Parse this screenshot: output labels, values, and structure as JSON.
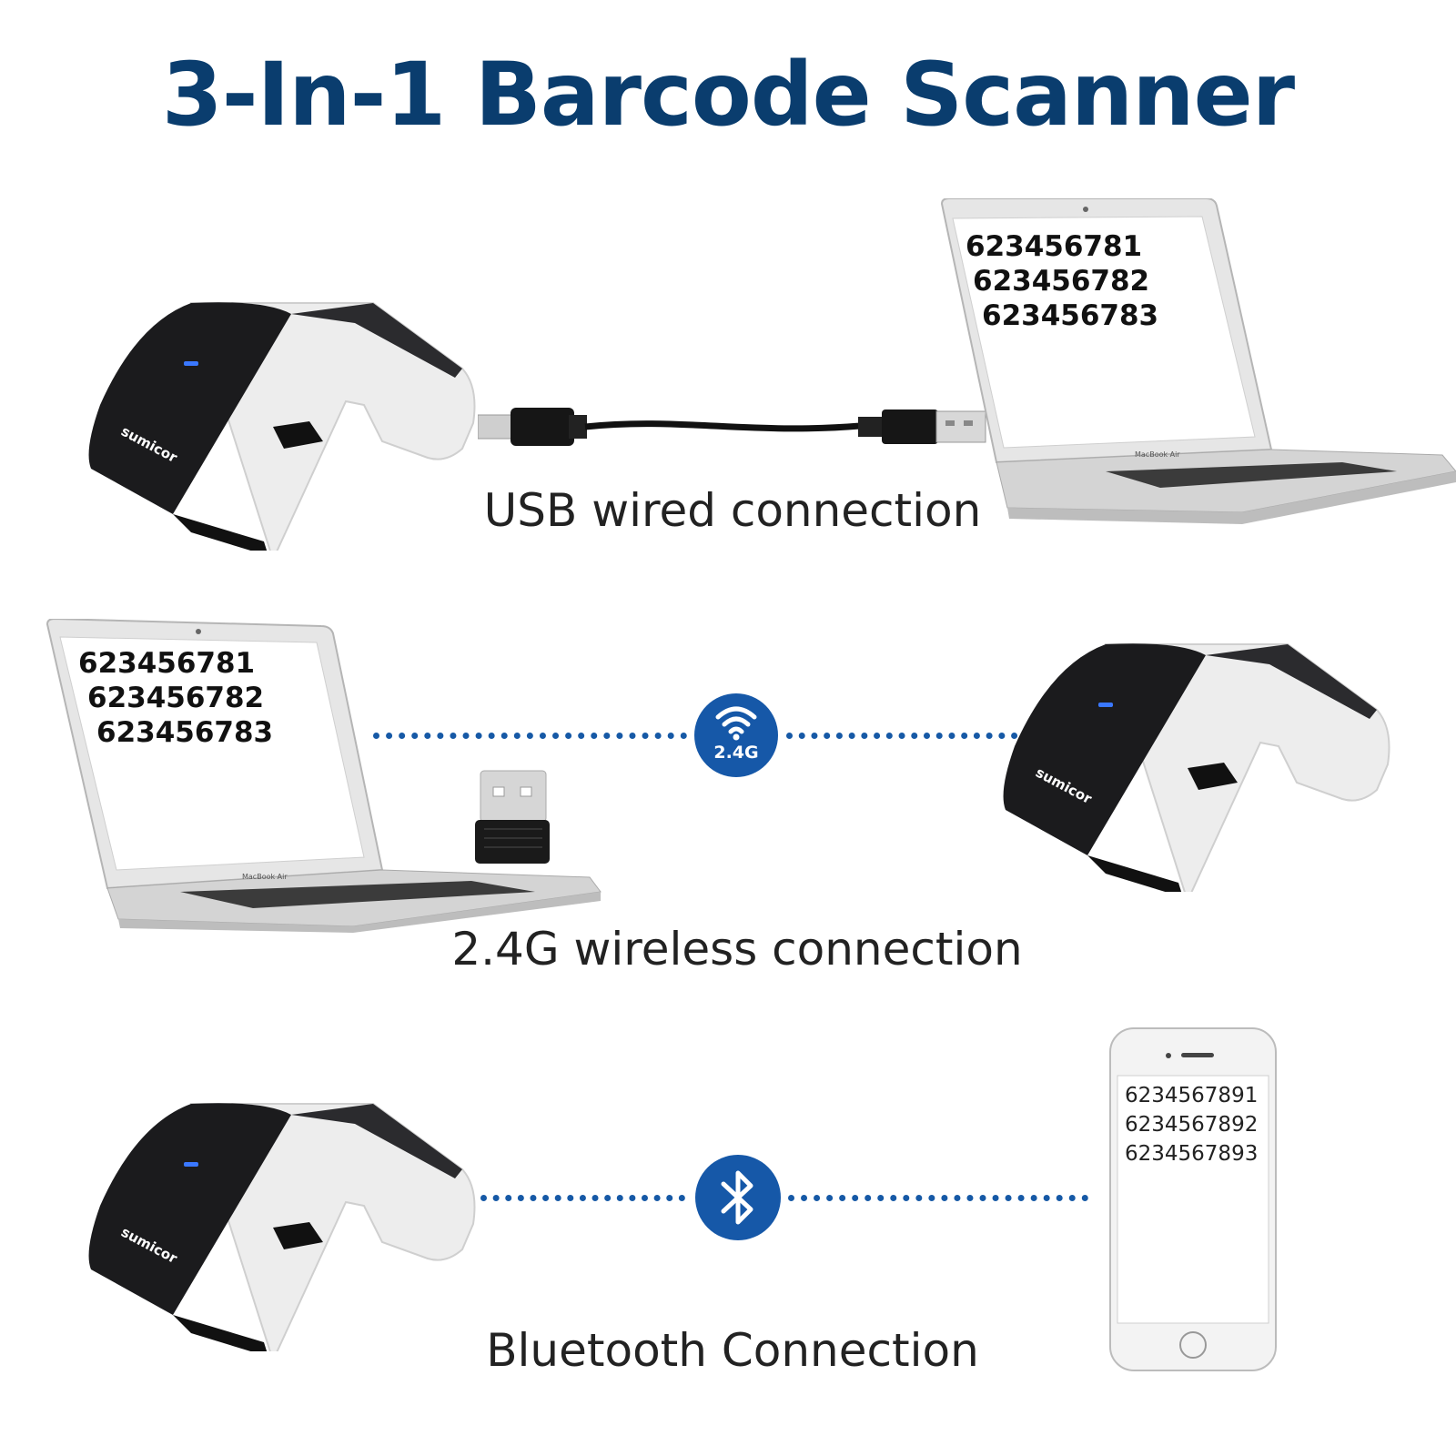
{
  "title": "3-In-1 Barcode Scanner",
  "colors": {
    "title": "#0a3d6e",
    "accent": "#1658a8",
    "scanner_body": "#1b1b1d",
    "scanner_grip": "#eeeeee"
  },
  "brand": "sumicor",
  "laptop_model": "MacBook Air",
  "sections": [
    {
      "caption": "USB wired connection",
      "laptop_lines": [
        "623456781",
        "623456782",
        "623456783"
      ]
    },
    {
      "caption": "2.4G wireless connection",
      "badge_label": "2.4G",
      "badge_icon": "wifi-icon",
      "laptop_lines": [
        "623456781",
        "623456782",
        "623456783"
      ]
    },
    {
      "caption": "Bluetooth Connection",
      "badge_icon": "bluetooth-icon",
      "phone_lines": [
        "6234567891",
        "6234567892",
        "6234567893"
      ]
    }
  ]
}
